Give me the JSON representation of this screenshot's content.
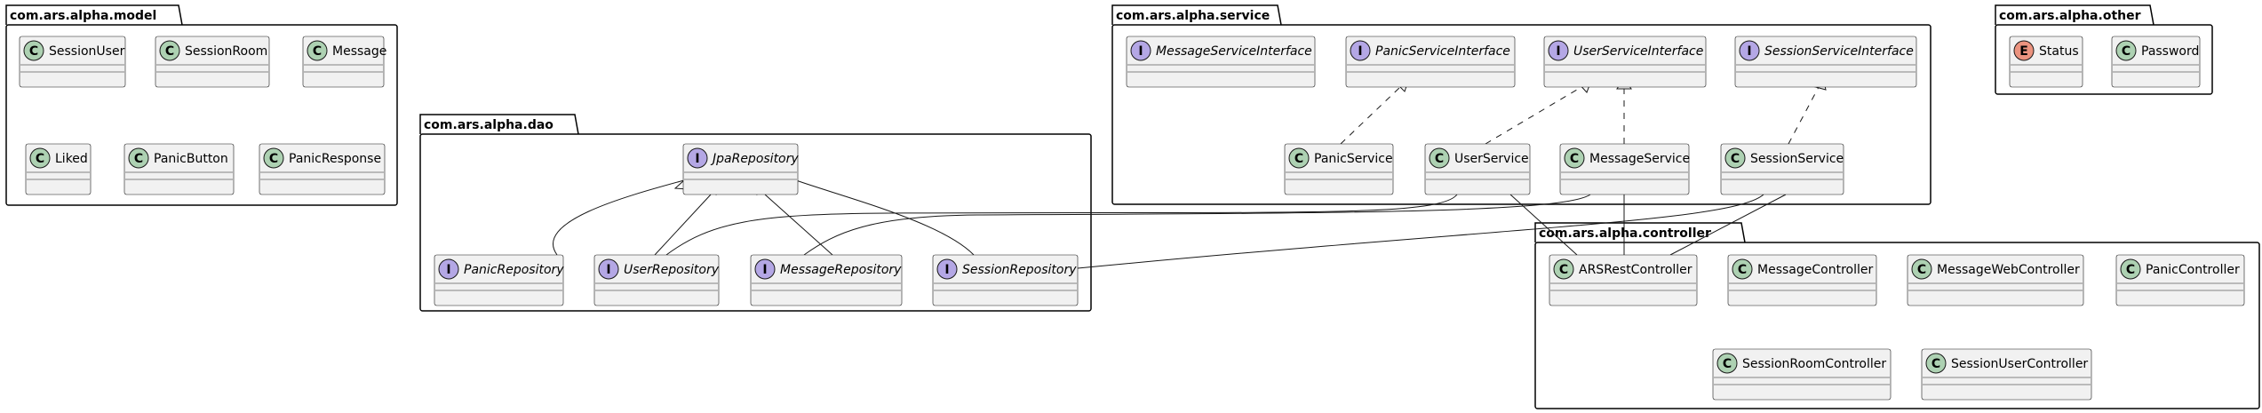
{
  "packages": [
    {
      "id": "model",
      "title": "com.ars.alpha.model"
    },
    {
      "id": "dao",
      "title": "com.ars.alpha.dao"
    },
    {
      "id": "service",
      "title": "com.ars.alpha.service"
    },
    {
      "id": "other",
      "title": "com.ars.alpha.other"
    },
    {
      "id": "controller",
      "title": "com.ars.alpha.controller"
    }
  ],
  "classes": [
    {
      "id": "SessionUser",
      "name": "SessionUser",
      "kind": "class",
      "stereotype": "C",
      "package": "model"
    },
    {
      "id": "SessionRoom",
      "name": "SessionRoom",
      "kind": "class",
      "stereotype": "C",
      "package": "model"
    },
    {
      "id": "Message",
      "name": "Message",
      "kind": "class",
      "stereotype": "C",
      "package": "model"
    },
    {
      "id": "Liked",
      "name": "Liked",
      "kind": "class",
      "stereotype": "C",
      "package": "model"
    },
    {
      "id": "PanicButton",
      "name": "PanicButton",
      "kind": "class",
      "stereotype": "C",
      "package": "model"
    },
    {
      "id": "PanicResponse",
      "name": "PanicResponse",
      "kind": "class",
      "stereotype": "C",
      "package": "model"
    },
    {
      "id": "JpaRepository",
      "name": "JpaRepository",
      "kind": "interface",
      "stereotype": "I",
      "package": "dao"
    },
    {
      "id": "PanicRepository",
      "name": "PanicRepository",
      "kind": "interface",
      "stereotype": "I",
      "package": "dao"
    },
    {
      "id": "UserRepository",
      "name": "UserRepository",
      "kind": "interface",
      "stereotype": "I",
      "package": "dao"
    },
    {
      "id": "MessageRepository",
      "name": "MessageRepository",
      "kind": "interface",
      "stereotype": "I",
      "package": "dao"
    },
    {
      "id": "SessionRepository",
      "name": "SessionRepository",
      "kind": "interface",
      "stereotype": "I",
      "package": "dao"
    },
    {
      "id": "MessageServiceInterface",
      "name": "MessageServiceInterface",
      "kind": "interface",
      "stereotype": "I",
      "package": "service"
    },
    {
      "id": "PanicServiceInterface",
      "name": "PanicServiceInterface",
      "kind": "interface",
      "stereotype": "I",
      "package": "service"
    },
    {
      "id": "UserServiceInterface",
      "name": "UserServiceInterface",
      "kind": "interface",
      "stereotype": "I",
      "package": "service"
    },
    {
      "id": "SessionServiceInterface",
      "name": "SessionServiceInterface",
      "kind": "interface",
      "stereotype": "I",
      "package": "service"
    },
    {
      "id": "PanicService",
      "name": "PanicService",
      "kind": "class",
      "stereotype": "C",
      "package": "service"
    },
    {
      "id": "UserService",
      "name": "UserService",
      "kind": "class",
      "stereotype": "C",
      "package": "service"
    },
    {
      "id": "MessageService",
      "name": "MessageService",
      "kind": "class",
      "stereotype": "C",
      "package": "service"
    },
    {
      "id": "SessionService",
      "name": "SessionService",
      "kind": "class",
      "stereotype": "C",
      "package": "service"
    },
    {
      "id": "Status",
      "name": "Status",
      "kind": "enum",
      "stereotype": "E",
      "package": "other"
    },
    {
      "id": "Password",
      "name": "Password",
      "kind": "class",
      "stereotype": "C",
      "package": "other"
    },
    {
      "id": "ARSRestController",
      "name": "ARSRestController",
      "kind": "class",
      "stereotype": "C",
      "package": "controller"
    },
    {
      "id": "MessageController",
      "name": "MessageController",
      "kind": "class",
      "stereotype": "C",
      "package": "controller"
    },
    {
      "id": "MessageWebController",
      "name": "MessageWebController",
      "kind": "class",
      "stereotype": "C",
      "package": "controller"
    },
    {
      "id": "PanicController",
      "name": "PanicController",
      "kind": "class",
      "stereotype": "C",
      "package": "controller"
    },
    {
      "id": "SessionRoomController",
      "name": "SessionRoomController",
      "kind": "class",
      "stereotype": "C",
      "package": "controller"
    },
    {
      "id": "SessionUserController",
      "name": "SessionUserController",
      "kind": "class",
      "stereotype": "C",
      "package": "controller"
    }
  ],
  "relations": [
    {
      "from": "PanicRepository",
      "to": "JpaRepository",
      "type": "extends"
    },
    {
      "from": "UserRepository",
      "to": "JpaRepository",
      "type": "extends"
    },
    {
      "from": "MessageRepository",
      "to": "JpaRepository",
      "type": "extends"
    },
    {
      "from": "SessionRepository",
      "to": "JpaRepository",
      "type": "extends"
    },
    {
      "from": "PanicService",
      "to": "PanicServiceInterface",
      "type": "implements"
    },
    {
      "from": "UserService",
      "to": "UserServiceInterface",
      "type": "implements"
    },
    {
      "from": "MessageService",
      "to": "UserServiceInterface",
      "type": "implements"
    },
    {
      "from": "SessionService",
      "to": "SessionServiceInterface",
      "type": "implements"
    },
    {
      "from": "UserService",
      "to": "UserRepository",
      "type": "association"
    },
    {
      "from": "MessageService",
      "to": "MessageRepository",
      "type": "association"
    },
    {
      "from": "SessionService",
      "to": "SessionRepository",
      "type": "association"
    },
    {
      "from": "UserService",
      "to": "ARSRestController",
      "type": "association"
    },
    {
      "from": "MessageService",
      "to": "ARSRestController",
      "type": "association"
    },
    {
      "from": "SessionService",
      "to": "ARSRestController",
      "type": "association"
    }
  ],
  "colors": {
    "class_circle": "#ADD1B2",
    "interface_circle": "#B4A7E5",
    "enum_circle": "#EB937F",
    "box_fill": "#F1F1F1",
    "line": "#181818"
  }
}
